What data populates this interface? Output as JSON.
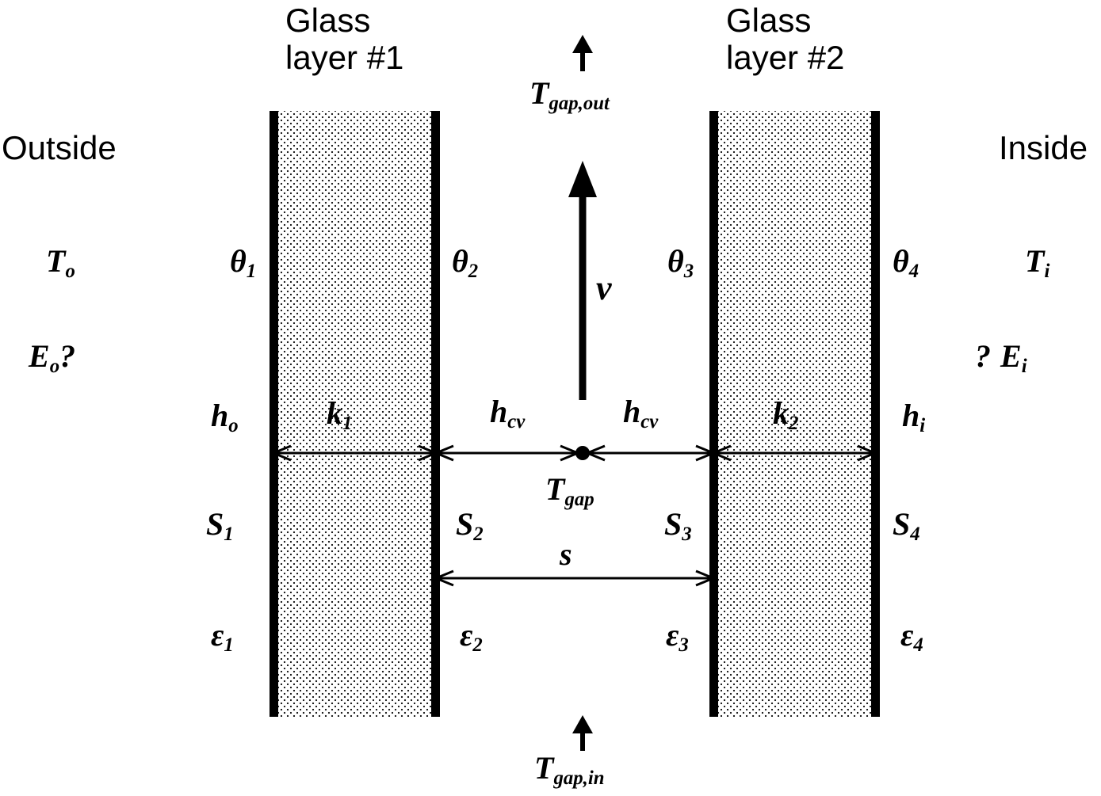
{
  "titles": {
    "glass1": {
      "line1": "Glass",
      "line2": "layer #1"
    },
    "glass2": {
      "line1": "Glass",
      "line2": "layer #2"
    },
    "outside": "Outside",
    "inside": "Inside"
  },
  "symbols": {
    "T_o": {
      "main": "T",
      "sub": "o"
    },
    "E_o": {
      "main": "E",
      "sub": "o",
      "suffix": "?"
    },
    "h_o": {
      "main": "h",
      "sub": "o"
    },
    "S_1": {
      "main": "S",
      "sub": "1"
    },
    "eps_1": {
      "main": "ε",
      "sub": "1"
    },
    "theta_1": {
      "main": "θ",
      "sub": "1"
    },
    "theta_2": {
      "main": "θ",
      "sub": "2"
    },
    "theta_3": {
      "main": "θ",
      "sub": "3"
    },
    "theta_4": {
      "main": "θ",
      "sub": "4"
    },
    "k_1": {
      "main": "k",
      "sub": "1"
    },
    "k_2": {
      "main": "k",
      "sub": "2"
    },
    "h_cv_left": {
      "main": "h",
      "sub": "cv"
    },
    "h_cv_right": {
      "main": "h",
      "sub": "cv"
    },
    "v": {
      "main": "v"
    },
    "s": {
      "main": "s"
    },
    "T_gap": {
      "main": "T",
      "sub": "gap"
    },
    "T_gap_out": {
      "main": "T",
      "sub": "gap,out"
    },
    "T_gap_in": {
      "main": "T",
      "sub": "gap,in"
    },
    "S_2": {
      "main": "S",
      "sub": "2"
    },
    "S_3": {
      "main": "S",
      "sub": "3"
    },
    "S_4": {
      "main": "S",
      "sub": "4"
    },
    "eps_2": {
      "main": "ε",
      "sub": "2"
    },
    "eps_3": {
      "main": "ε",
      "sub": "3"
    },
    "eps_4": {
      "main": "ε",
      "sub": "4"
    },
    "T_i": {
      "main": "T",
      "sub": "i"
    },
    "E_i": {
      "prefix": "?",
      "main": "E",
      "sub": "i"
    },
    "h_i": {
      "main": "h",
      "sub": "i"
    }
  },
  "colors": {
    "ink": "#000000",
    "background": "#ffffff"
  }
}
